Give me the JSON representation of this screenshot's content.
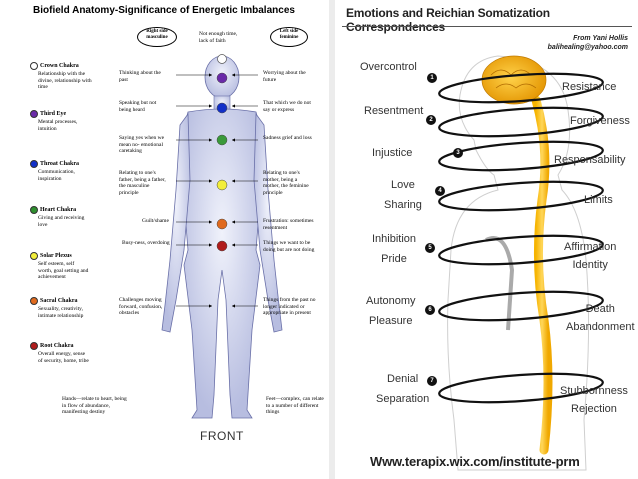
{
  "left": {
    "title": "Biofield Anatomy-Significance of Energetic Imbalances",
    "right_side": [
      "Right side",
      "masculine"
    ],
    "left_side": [
      "Left side",
      "feminine"
    ],
    "not_enough": [
      "Not enough time,",
      "lack of faith"
    ],
    "chakras": [
      {
        "name": "Crown Chakra",
        "desc": [
          "Relationship with the",
          "divine, relationship with",
          "time"
        ],
        "color": "#ffffff"
      },
      {
        "name": "Third Eye",
        "desc": [
          "Mental processes,",
          "intuition"
        ],
        "color": "#6a2aa8"
      },
      {
        "name": "Throat Chakra",
        "desc": [
          "Communication,",
          "inspiration"
        ],
        "color": "#1230c8"
      },
      {
        "name": "Heart Chakra",
        "desc": [
          "Giving and receiving",
          "love"
        ],
        "color": "#2f8f2f"
      },
      {
        "name": "Solar Plexus",
        "desc": [
          "Self esteem, self",
          "worth, goal setting and",
          "achievement"
        ],
        "color": "#f2ee3a"
      },
      {
        "name": "Sacral Chakra",
        "desc": [
          "Sexuality, creativity,",
          "intimate relationship"
        ],
        "color": "#e06a1e"
      },
      {
        "name": "Root Chakra",
        "desc": [
          "Overall energy, sense",
          "of security, home, tribe"
        ],
        "color": "#b01c1c"
      }
    ],
    "body_dots": [
      {
        "color": "#6a2aa8"
      },
      {
        "color": "#1230c8"
      },
      {
        "color": "#3a9a3a"
      },
      {
        "color": "#f2ee3a"
      },
      {
        "color": "#e06a1e"
      },
      {
        "color": "#b01c1c"
      }
    ],
    "right_notes": [
      [
        "Thinking about the",
        "past"
      ],
      [
        "Speaking but not",
        "being heard"
      ],
      [
        "Saying yes when we",
        "mean no- emotional",
        "caretaking"
      ],
      [
        "Relating to one's",
        "father, being a father,",
        "the masculine",
        "principle"
      ],
      [
        "Guilt/shame"
      ],
      [
        "Busy-ness, overdoing"
      ],
      [
        "Challenges moving",
        "forward, confusion,",
        "obstacles"
      ]
    ],
    "left_notes": [
      [
        "Worrying about the",
        "future"
      ],
      [
        "That which we do not",
        "say or express"
      ],
      [
        "Sadness grief and loss"
      ],
      [
        "Relating to one's",
        "mother, being a",
        "mother, the feminine",
        "principle"
      ],
      [
        "Frustration: sometimes",
        "resentment"
      ],
      [
        "Things we want to be",
        "doing but are not doing"
      ],
      [
        "Things from the past no",
        "longer indicated or",
        "appropriate in present"
      ]
    ],
    "hands": [
      "Hands—relate to heart, being",
      "in flow of abundance,",
      "manifesting destiny"
    ],
    "feet": [
      "Feet—complex, can relate",
      "to a number of different",
      "things"
    ],
    "front": "FRONT"
  },
  "right": {
    "title": "Emotions and Reichian Somatization Correspondences",
    "credit": [
      "From Yani Hollis",
      "balihealing@yahoo.com"
    ],
    "left_labels": [
      {
        "lines": [
          "Overcontrol"
        ],
        "num": "1"
      },
      {
        "lines": [
          "Resentment"
        ],
        "num": "2"
      },
      {
        "lines": [
          "Injustice"
        ],
        "num": "3"
      },
      {
        "lines": [
          "Love",
          "Sharing"
        ],
        "num": "4"
      },
      {
        "lines": [
          "Inhibition",
          "Pride"
        ],
        "num": "5"
      },
      {
        "lines": [
          "Autonomy",
          "Pleasure"
        ],
        "num": "6"
      },
      {
        "lines": [
          "Denial",
          "Separation"
        ],
        "num": "7"
      }
    ],
    "right_labels": [
      [
        "Resistance"
      ],
      [
        "Forgiveness"
      ],
      [
        "Responsability"
      ],
      [
        "Limits"
      ],
      [
        "Affirmation",
        "Identity"
      ],
      [
        "Death",
        "Abandonment"
      ],
      [
        "Stubbornness",
        "Rejection"
      ]
    ],
    "url": "Www.terapix.wix.com/institute-prm"
  }
}
